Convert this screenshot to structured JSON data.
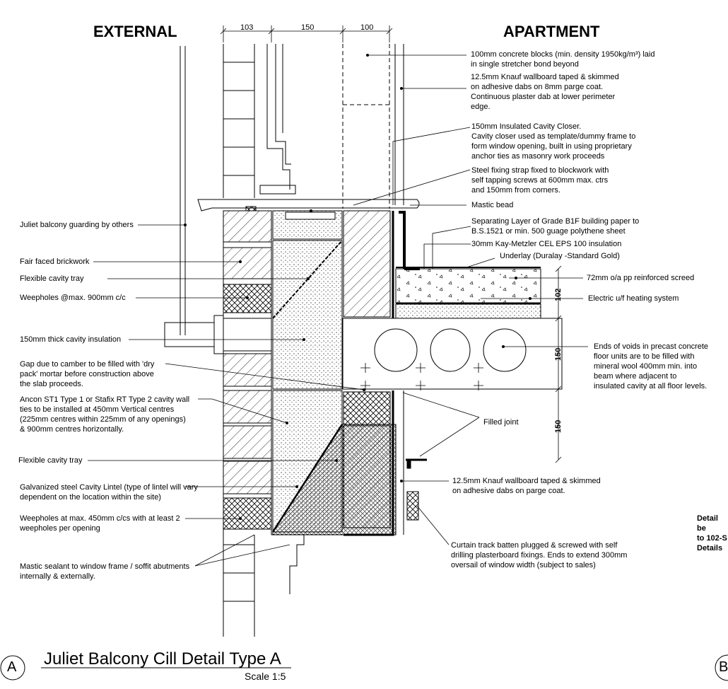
{
  "headings": {
    "external": "EXTERNAL",
    "apartment": "APARTMENT"
  },
  "dimensions": {
    "top": [
      "103",
      "150",
      "100"
    ],
    "side": [
      "102",
      "150",
      "150"
    ]
  },
  "notes_right": [
    "100mm concrete blocks (min. density 1950kg/m³) laid\nin single stretcher bond beyond",
    "12.5mm Knauf wallboard taped & skimmed\non adhesive dabs on 8mm parge coat.\nContinuous plaster dab at lower perimeter\nedge.",
    "150mm Insulated Cavity Closer.\nCavity closer used as template/dummy frame to\nform window opening, built in using proprietary\nanchor ties as masonry work proceeds",
    "Steel fixing strap fixed to blockwork with\nself tapping screws at 600mm max. ctrs\nand 150mm from corners.",
    "Mastic bead",
    "Separating Layer of Grade B1F building paper to\nB.S.1521 or min. 500 guage polythene sheet",
    "30mm Kay-Metzler CEL EPS 100 insulation",
    "Underlay (Duralay -Standard Gold)",
    "72mm o/a pp reinforced screed",
    "Electric u/f heating system",
    "Ends of voids in precast concrete\nfloor units are to be filled with\nmineral wool 400mm min. into\nbeam where adjacent to\ninsulated cavity at all floor levels.",
    "Filled joint",
    "12.5mm Knauf wallboard taped & skimmed\non adhesive dabs on parge coat.",
    "Curtain track batten plugged & screwed with self\ndrilling plasterboard fixings. Ends to extend 300mm\noversail of window width  (subject to sales)"
  ],
  "notes_left": [
    "Juliet balcony guarding by others",
    "Fair faced brickwork",
    "Flexible cavity tray",
    "Weepholes @max. 900mm c/c",
    "150mm thick cavity insulation",
    "Gap due to camber to be filled with 'dry\npack' mortar before construction above\nthe slab proceeds.",
    "Ancon ST1 Type 1 or Stafix RT Type 2 cavity wall\nties to be installed at 450mm  Vertical centres\n(225mm centres within 225mm of any openings)\n& 900mm centres horizontally.",
    "Flexible cavity tray",
    "Galvanized steel Cavity Lintel (type of lintel will vary\ndependent on the location within the site)",
    "Weepholes at max. 450mm c/cs with at least 2\nweepholes per opening",
    "Mastic sealant to window frame / soffit abutments\ninternally & externally."
  ],
  "cut_note": "Detail be\nto 102-S\nDetails",
  "detail": {
    "marker": "A",
    "title": "Juliet Balcony Cill Detail Type A",
    "scale": "Scale 1:5",
    "next_marker": "B"
  }
}
